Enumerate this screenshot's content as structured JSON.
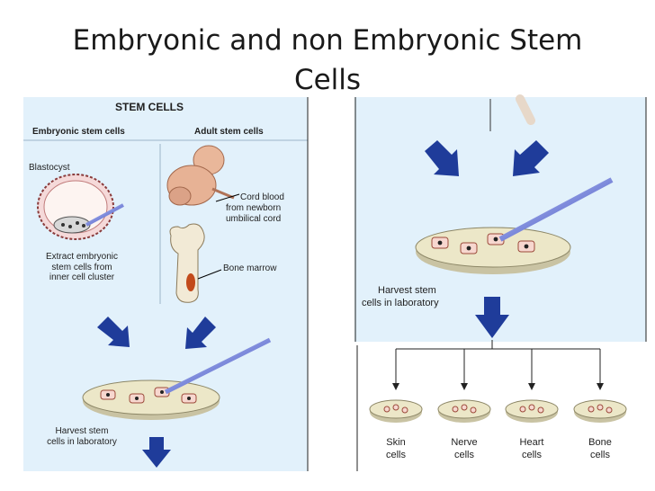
{
  "slide": {
    "title_line1": "Embryonic and non Embryonic Stem",
    "title_line2": "Cells"
  },
  "left": {
    "heading": "STEM CELLS",
    "col_embryonic": "Embryonic stem cells",
    "col_adult": "Adult stem cells",
    "blastocyst": "Blastocyst",
    "cord_1": "Cord blood",
    "cord_2": "from newborn",
    "cord_3": "umbilical cord",
    "marrow": "Bone marrow",
    "extract_1": "Extract embryonic",
    "extract_2": "stem cells from",
    "extract_3": "inner cell cluster",
    "harvest_1": "Harvest stem",
    "harvest_2": "cells in laboratory"
  },
  "right": {
    "harvest_1": "Harvest stem",
    "harvest_2": "cells in laboratory",
    "outcomes": [
      {
        "l1": "Skin",
        "l2": "cells"
      },
      {
        "l1": "Nerve",
        "l2": "cells"
      },
      {
        "l1": "Heart",
        "l2": "cells"
      },
      {
        "l1": "Bone",
        "l2": "cells"
      }
    ]
  },
  "colors": {
    "panel": "#e2f1fb",
    "arrow": "#1f3c9a",
    "dish": "#ece7c8",
    "cell": "#f7d7cf"
  }
}
